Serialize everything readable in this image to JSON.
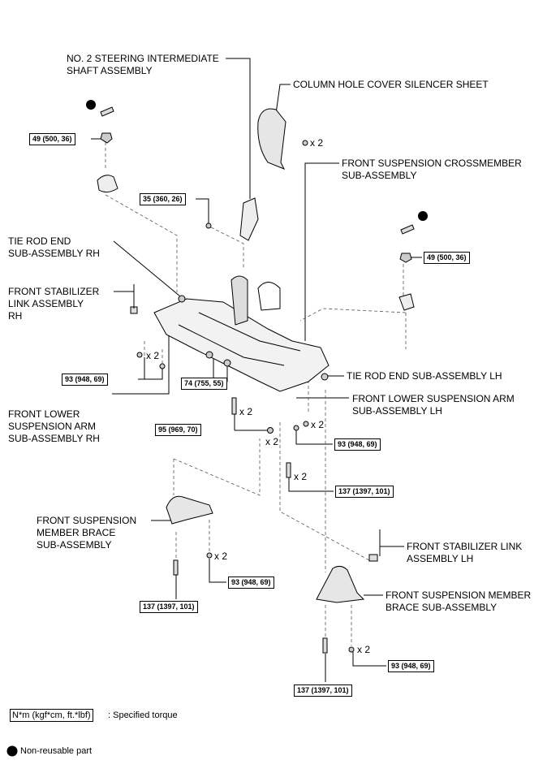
{
  "labels": {
    "steering_shaft": "NO. 2 STEERING INTERMEDIATE\nSHAFT ASSEMBLY",
    "column_cover": "COLUMN HOLE COVER SILENCER SHEET",
    "crossmember": "FRONT SUSPENSION CROSSMEMBER\nSUB-ASSEMBLY",
    "tie_rod_rh": "TIE ROD END\nSUB-ASSEMBLY RH",
    "stab_link_rh": "FRONT STABILIZER\nLINK ASSEMBLY\nRH",
    "tie_rod_lh": "TIE ROD END SUB-ASSEMBLY LH",
    "lower_arm_lh": "FRONT LOWER SUSPENSION ARM\nSUB-ASSEMBLY LH",
    "lower_arm_rh": "FRONT LOWER\nSUSPENSION ARM\nSUB-ASSEMBLY RH",
    "brace_left": "FRONT SUSPENSION\nMEMBER BRACE\nSUB-ASSEMBLY",
    "stab_link_lh": "FRONT STABILIZER LINK\nASSEMBLY LH",
    "brace_right": "FRONT SUSPENSION MEMBER\nBRACE SUB-ASSEMBLY"
  },
  "torques": {
    "t49a": "49 (500, 36)",
    "t35": "35 (360, 26)",
    "t49b": "49 (500, 36)",
    "t93a": "93 (948, 69)",
    "t74": "74 (755, 55)",
    "t95": "95 (969, 70)",
    "t93b": "93 (948, 69)",
    "t137a": "137 (1397, 101)",
    "t93c": "93 (948, 69)",
    "t137b": "137 (1397, 101)",
    "t93d": "93 (948, 69)",
    "t137c": "137 (1397, 101)"
  },
  "quantities": {
    "q_cover": "x 2",
    "q_93a": "x 2",
    "q_95": "x 2",
    "q_nut": "x 2",
    "q_93b": "x 2",
    "q_137a": "x 2",
    "q_93c": "x 2",
    "q_93d": "x 2"
  },
  "legend": {
    "unit_box": "N*m (kgf*cm, ft.*lbf)",
    "unit_text": ": Specified torque",
    "nonreusable": "Non-reusable part"
  }
}
